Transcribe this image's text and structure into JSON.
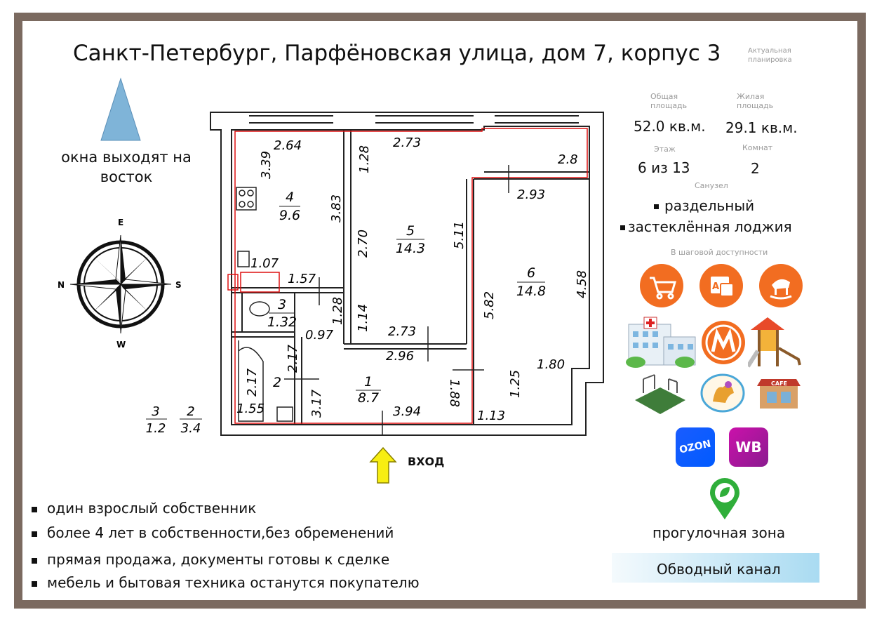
{
  "title": "Санкт-Петербург, Парфёновская улица, дом 7, корпус 3",
  "actual_plan": "Актуальная планировка",
  "windows_note": "окна выходят на восток",
  "compass": {
    "n": "N",
    "e": "E",
    "s": "S",
    "w": "W"
  },
  "stats": {
    "total_label": "Общая площадь",
    "total_value": "52.0 кв.м.",
    "living_label": "Жилая площадь",
    "living_value": "29.1 кв.м.",
    "floor_label": "Этаж",
    "floor_value": "6 из 13",
    "rooms_label": "Комнат",
    "rooms_value": "2",
    "bath_label": "Санузел"
  },
  "features": [
    "раздельный",
    "застеклённая лоджия"
  ],
  "walking_label": "В шаговой доступности",
  "apps": {
    "ozon": "OZON",
    "wb": "WB"
  },
  "walk_zone": "прогулочная зона",
  "canal": "Обводный канал",
  "entrance": "ВХОД",
  "bullets": [
    "один взрослый собственник",
    "более 4 лет в собственности,без обременений",
    "прямая продажа, документы готовы к сделке",
    "мебель и бытовая техника останутся покупателю"
  ],
  "plan": {
    "rooms": [
      {
        "num": "4",
        "area": "9.6"
      },
      {
        "num": "5",
        "area": "14.3"
      },
      {
        "num": "6",
        "area": "14.8"
      },
      {
        "num": "3",
        "area": "1.32"
      },
      {
        "num": "2",
        "area": ""
      },
      {
        "num": "1",
        "area": "8.7"
      }
    ],
    "dims": [
      "2.64",
      "3.39",
      "3.83",
      "2.73",
      "1.28",
      "2.70",
      "5.11",
      "2.8",
      "2.93",
      "5.82",
      "4.58",
      "1.07",
      "1.57",
      "1.28",
      "1.14",
      "0.97",
      "2.73",
      "2.96",
      "2.17",
      "2.17",
      "3.17",
      "1.55",
      "1.88",
      "3.94",
      "1.25",
      "1.80",
      "1.13"
    ],
    "legend": [
      {
        "num": "3",
        "area": "1.2"
      },
      {
        "num": "2",
        "area": "3.4"
      }
    ]
  }
}
